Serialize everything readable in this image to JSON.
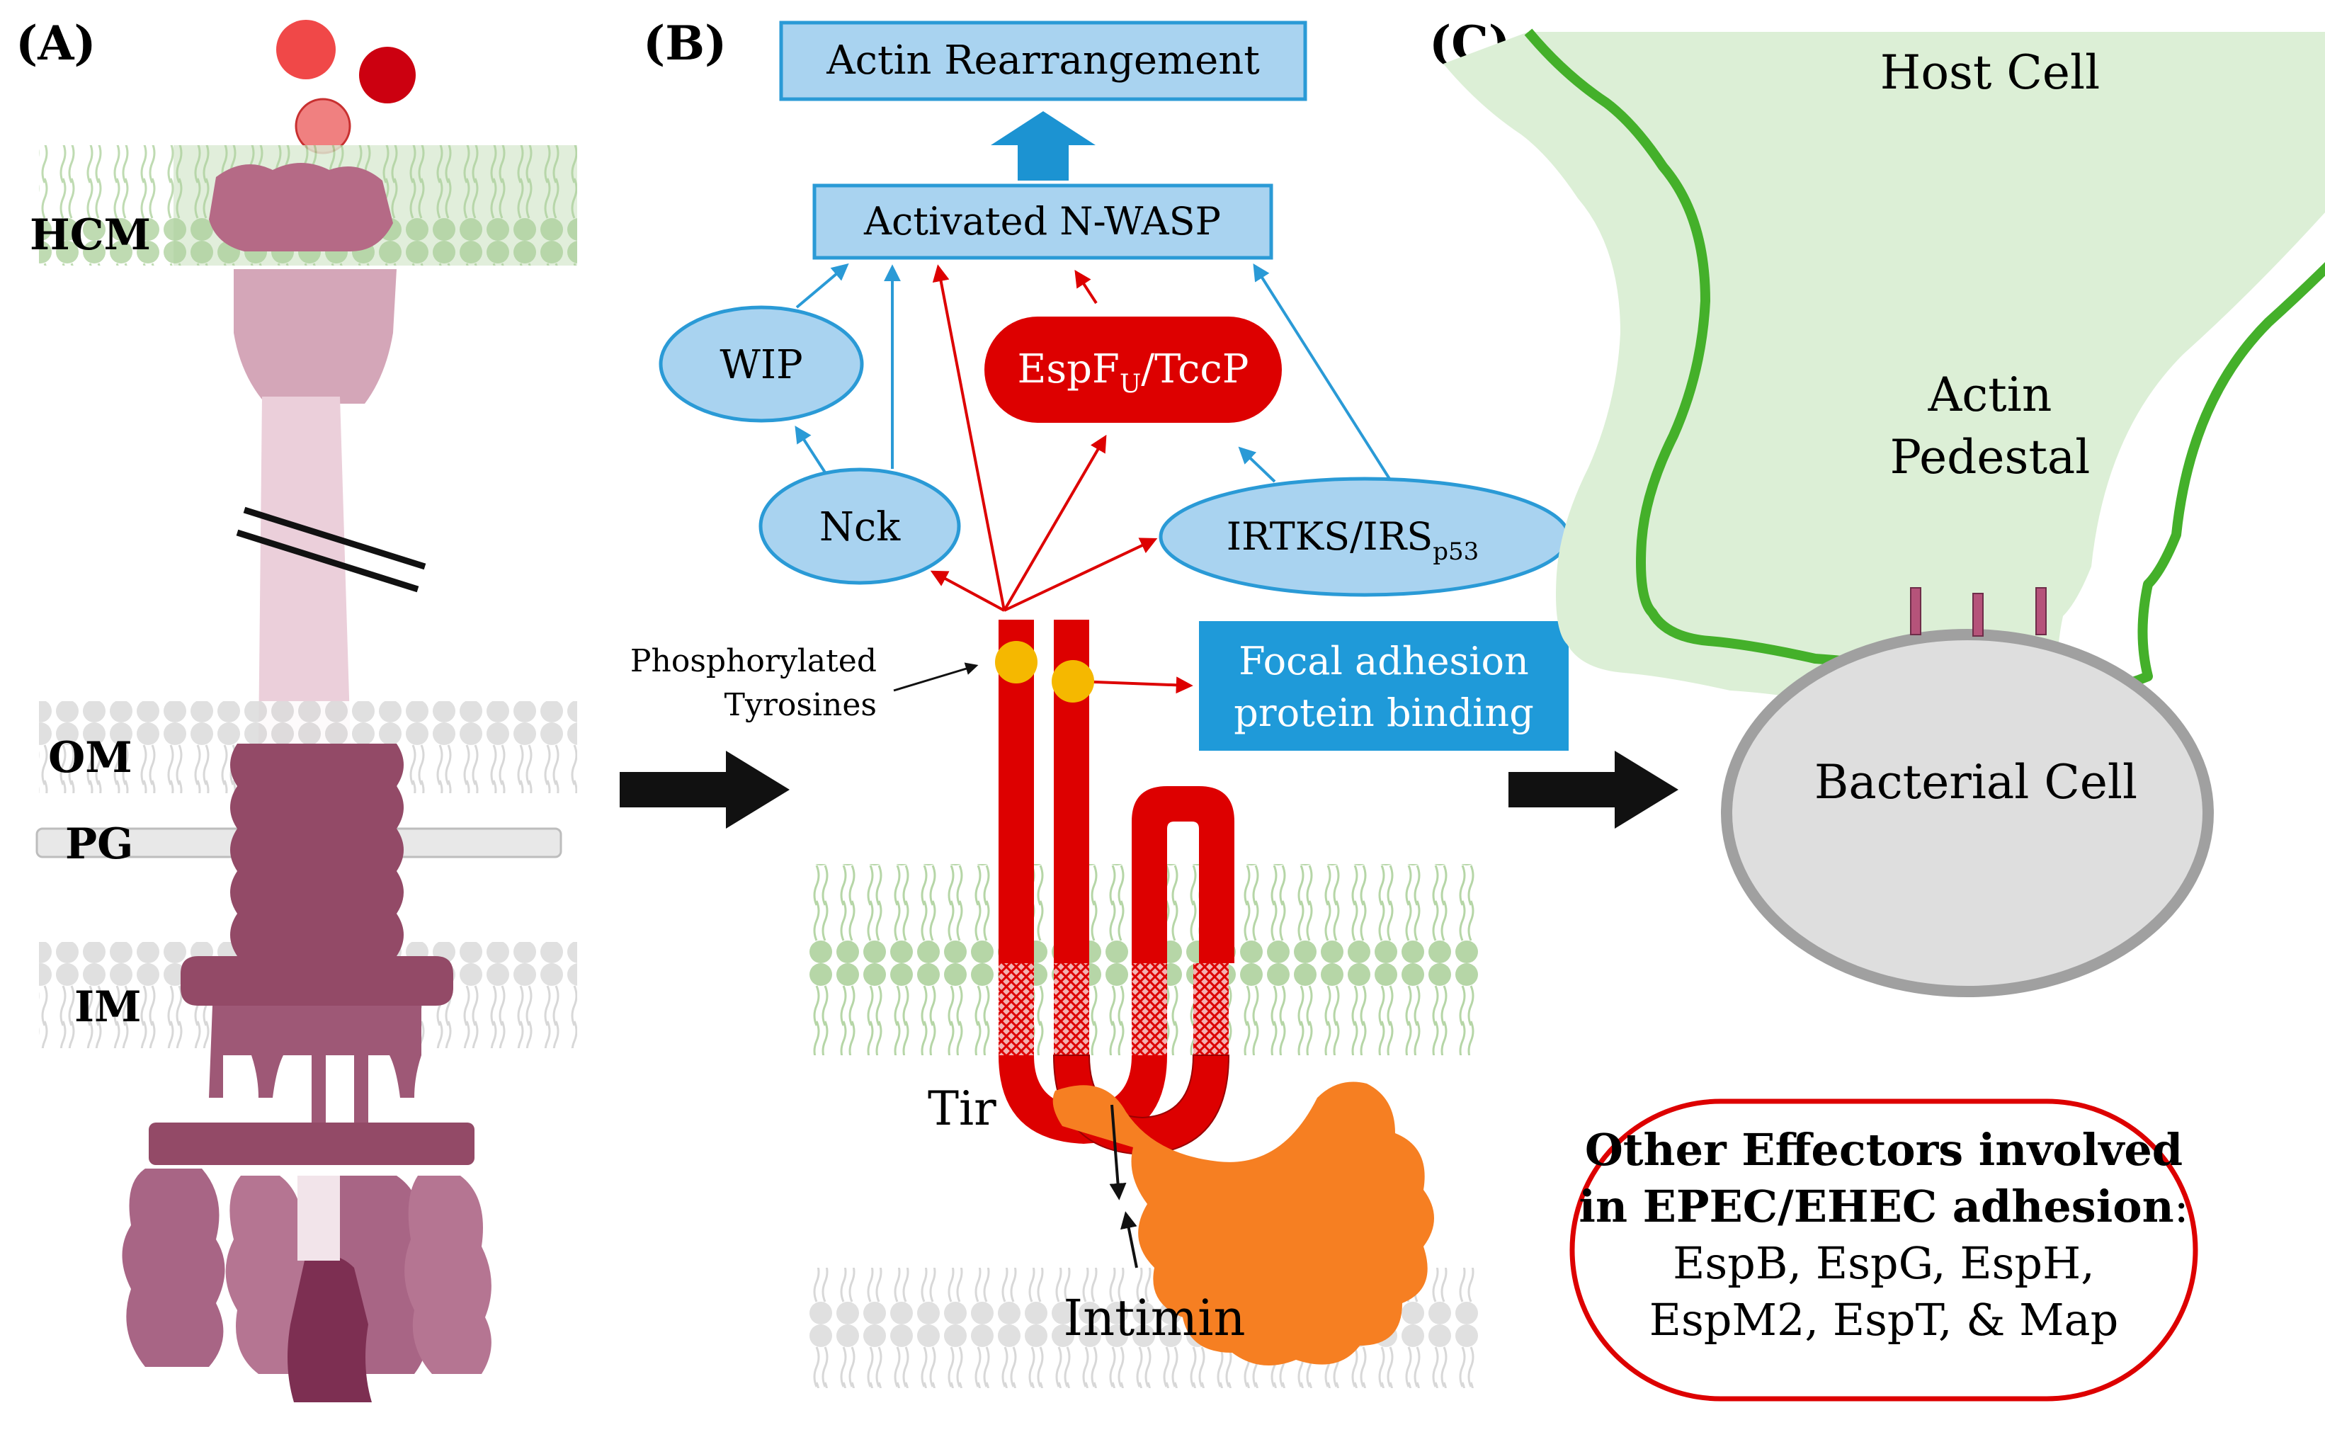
{
  "panels": {
    "a": "(A)",
    "b": "(B)",
    "c": "(C)"
  },
  "panel_a": {
    "membranes": {
      "hcm": "HCM",
      "om": "OM",
      "pg": "PG",
      "im": "IM"
    }
  },
  "panel_b": {
    "actin_rearrangement": "Actin Rearrangement",
    "activated_nwasp": "Activated N-WASP",
    "wip": "WIP",
    "espfu_main": "EspF",
    "espfu_sub": "U",
    "espfu_tail": "/TccP",
    "nck": "Nck",
    "irtks_main": "IRTKS/IRS",
    "irtks_sub": "p53",
    "phospho_line1": "Phosphorylated",
    "phospho_line2": "Tyrosines",
    "focal_line1": "Focal adhesion",
    "focal_line2": "protein binding",
    "tir": "Tir",
    "intimin": "Intimin"
  },
  "panel_c": {
    "host_cell": "Host Cell",
    "actin_line1": "Actin",
    "actin_line2": "Pedestal",
    "bacterial_cell": "Bacterial Cell",
    "other_line1": "Other Effectors involved",
    "other_line2": "in EPEC/EHEC adhesion",
    "other_colon": ":",
    "other_line3": "EspB, EspG, EspH,",
    "other_line4": "EspM2, EspT, & Map"
  },
  "colors": {
    "membrane_green": "#a9cf98",
    "membrane_grey": "#dcdcdc",
    "injectisome": "#934a67",
    "tir_red": "#dd0000",
    "signal_blue": "#2a9ad6",
    "box_blue": "#a9d3f0",
    "focal_blue": "#1f9ad9",
    "intimin_orange": "#f67f22",
    "host_fill": "#dcefd6",
    "host_outline": "#44b02a",
    "bacterium_fill": "#dedede",
    "bacterium_outline": "#a0a0a0"
  }
}
